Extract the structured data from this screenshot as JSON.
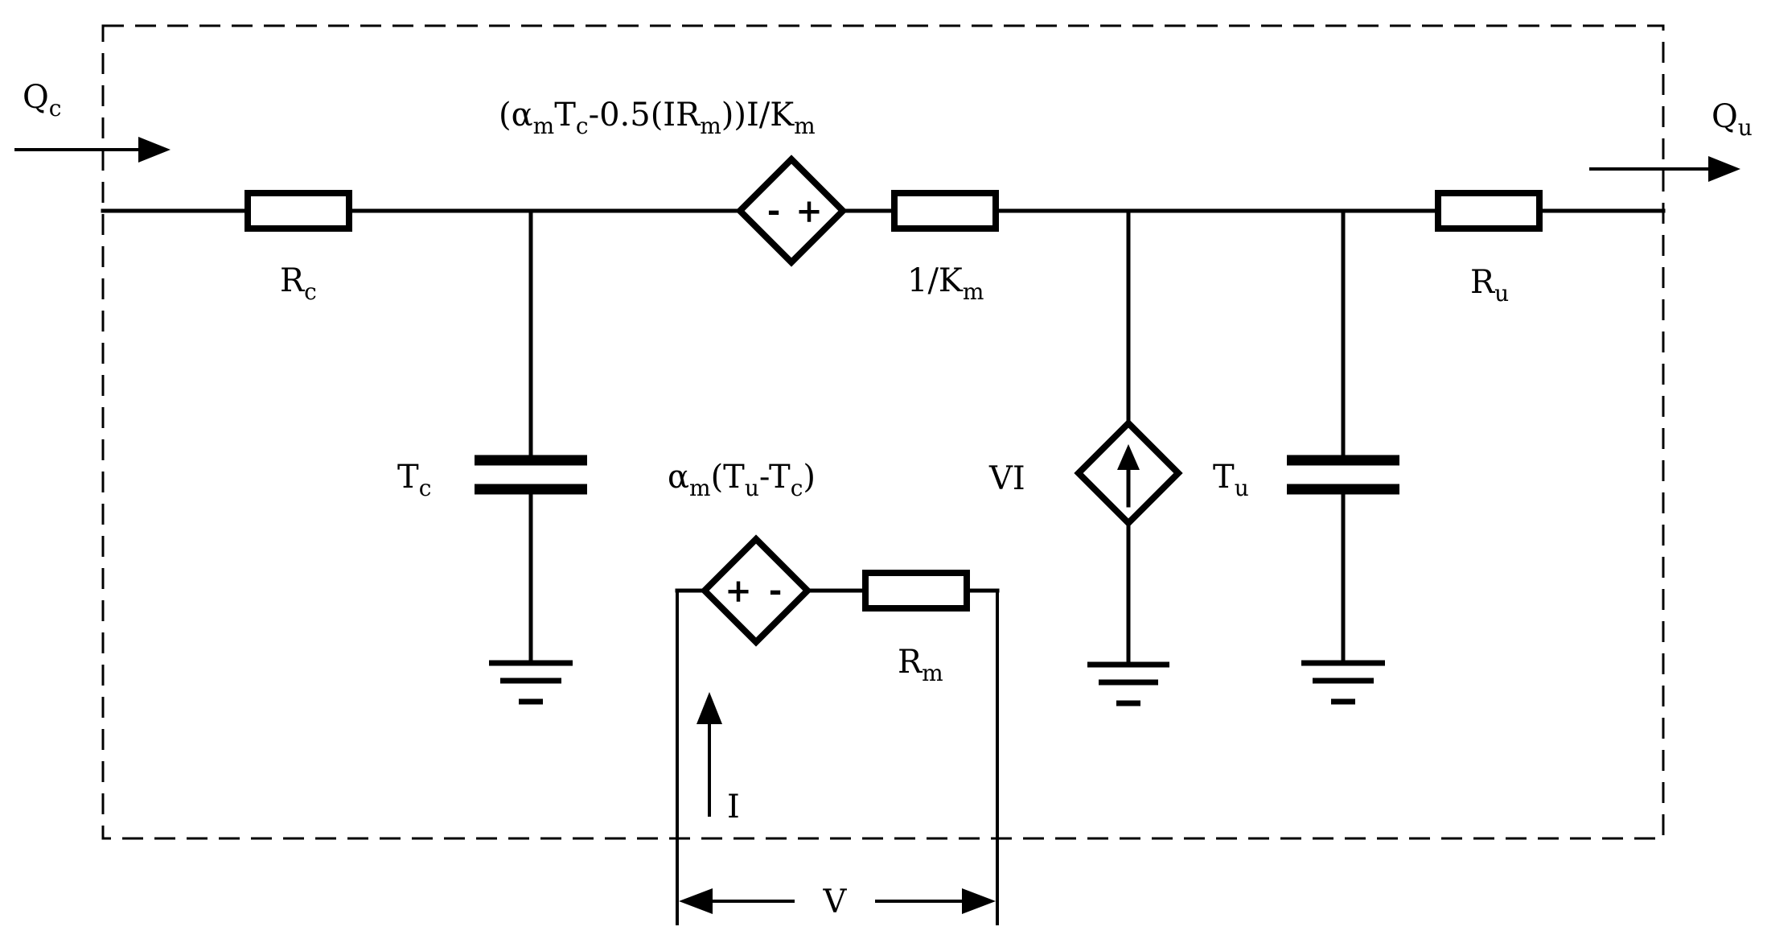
{
  "labels": {
    "qc": {
      "main": "Q",
      "sub": "c"
    },
    "qu": {
      "main": "Q",
      "sub": "u"
    },
    "rc": {
      "main": "R",
      "sub": "c"
    },
    "km": {
      "main": "1/K",
      "sub": "m"
    },
    "ru": {
      "main": "R",
      "sub": "u"
    },
    "tc": {
      "main": "T",
      "sub": "c"
    },
    "tu": {
      "main": "T",
      "sub": "u"
    },
    "vi": "VI",
    "rm": {
      "main": "R",
      "sub": "m"
    },
    "current": "I",
    "voltage": "V",
    "top_source": {
      "p1": "(α",
      "s1": "m",
      "p2": "T",
      "s2": "c",
      "p3": "-0.5(IR",
      "s3": "m",
      "p4": "))I/K",
      "s4": "m"
    },
    "bottom_source": {
      "p1": "α",
      "s1": "m",
      "p2": "(T",
      "s2": "u",
      "p3": "-T",
      "s3": "c",
      "p4": ")"
    },
    "top_source_signs": {
      "left": "-",
      "right": "+"
    },
    "bottom_source_signs": {
      "left": "+",
      "right": "-"
    }
  }
}
